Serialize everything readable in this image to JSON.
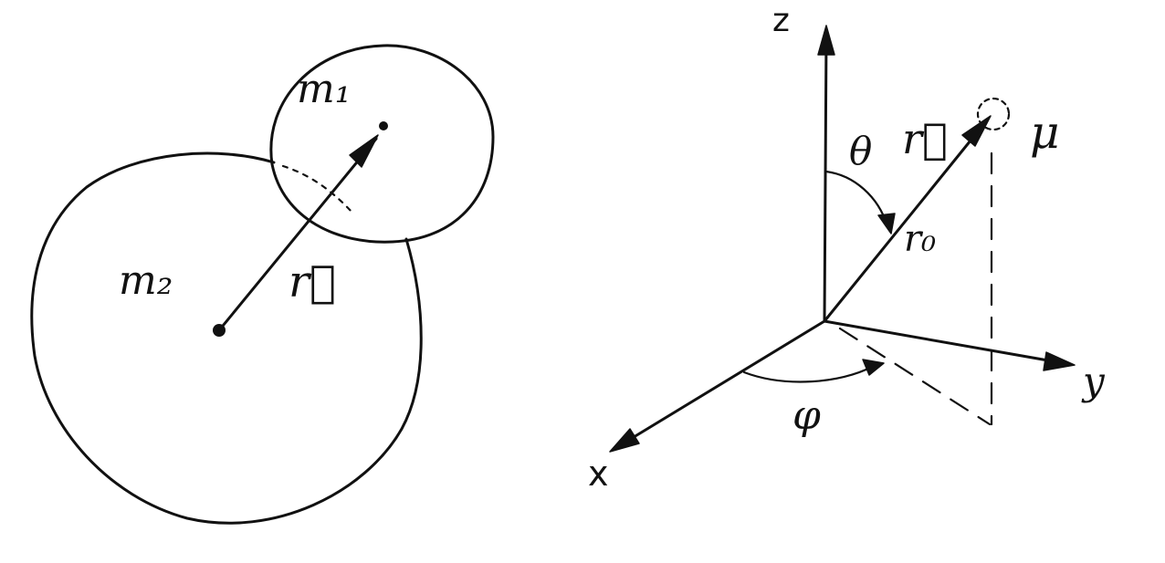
{
  "left_figure": {
    "mass_large_label": "m₂",
    "mass_small_label": "m₁",
    "vector_label": "r⃗"
  },
  "right_figure": {
    "axis_z_label": "z",
    "axis_y_label": "y",
    "axis_x_label": "x",
    "theta_label": "θ",
    "phi_label": "φ",
    "vector_label": "r⃗",
    "unit_vector_label": "r₀",
    "reduced_mass_label": "μ"
  },
  "colors": {
    "ink": "#111111",
    "background": "#ffffff"
  }
}
